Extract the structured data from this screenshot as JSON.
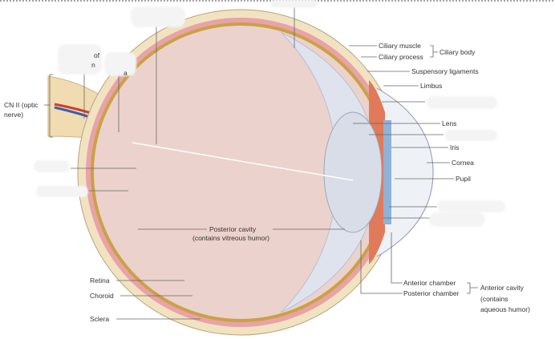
{
  "labels": {
    "ciliary_muscle": "Ciliary muscle",
    "ciliary_process": "Ciliary process",
    "ciliary_body": "Ciliary body",
    "suspensory_ligaments": "Suspensory ligaments",
    "limbus": "Limbus",
    "lens": "Lens",
    "iris": "Iris",
    "cornea": "Cornea",
    "pupil": "Pupil",
    "posterior_cavity": "Posterior cavity",
    "posterior_cavity_note": "(contains vitreous humor)",
    "retina": "Retina",
    "choroid": "Choroid",
    "sclera": "Sclera",
    "anterior_chamber": "Anterior chamber",
    "posterior_chamber": "Posterior chamber",
    "anterior_cavity": "Anterior cavity",
    "anterior_cavity_note1": "(contains",
    "anterior_cavity_note2": "aqueous humor)",
    "optic_nerve1": "CN II (optic",
    "optic_nerve2": "nerve)"
  },
  "fragments": [
    "of",
    "n",
    "a"
  ],
  "colors": {
    "sclera": "#f1e3c2",
    "choroid": "#e9a3a8",
    "retina": "#c9a244",
    "vitreous": "#ecd2cc",
    "lens": "#d8dde8",
    "iris": "#8fb2d8",
    "ciliary": "#e07a5a"
  }
}
